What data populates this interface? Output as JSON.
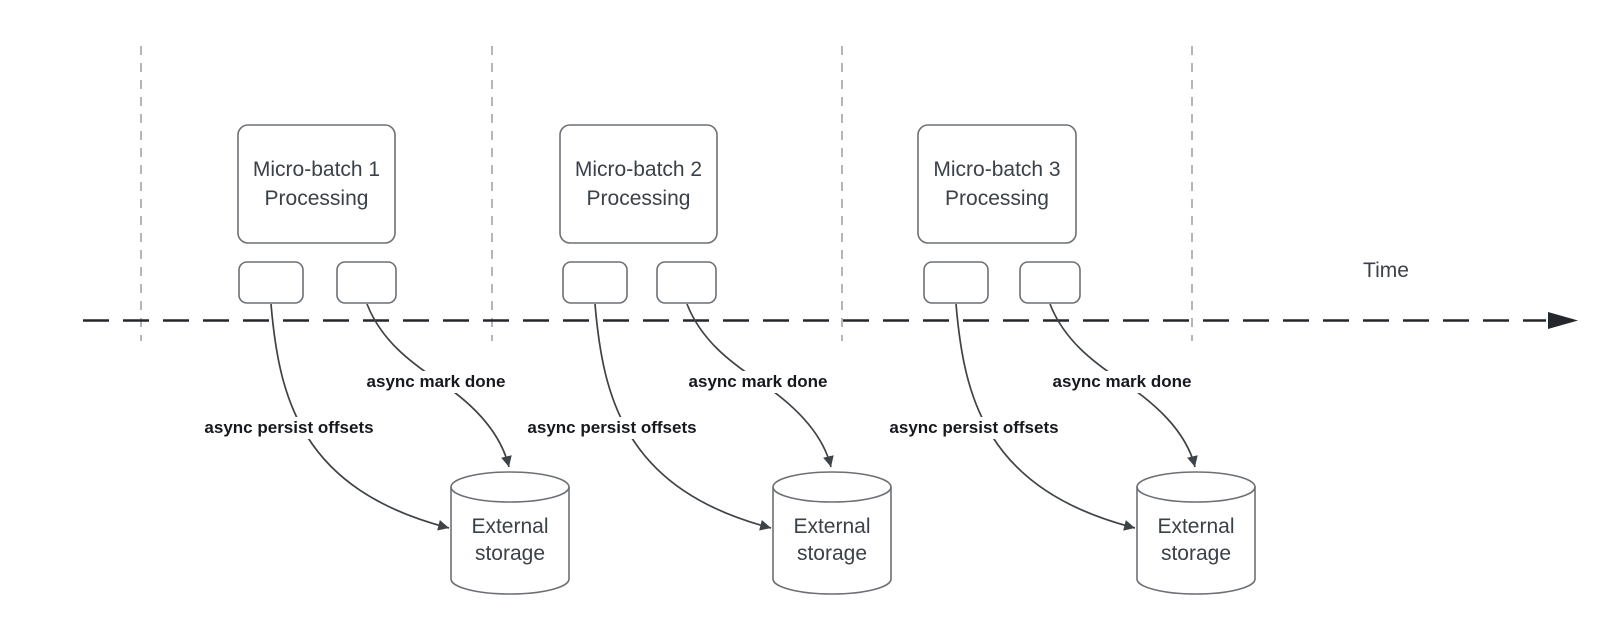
{
  "timeline": {
    "label": "Time"
  },
  "groups": [
    {
      "box_label": "Micro-batch 1\nProcessing",
      "persist_label": "async persist offsets",
      "done_label": "async mark done",
      "storage_label": "External\nstorage"
    },
    {
      "box_label": "Micro-batch 2\nProcessing",
      "persist_label": "async persist offsets",
      "done_label": "async mark done",
      "storage_label": "External\nstorage"
    },
    {
      "box_label": "Micro-batch 3\nProcessing",
      "persist_label": "async persist offsets",
      "done_label": "async mark done",
      "storage_label": "External\nstorage"
    }
  ],
  "colors": {
    "arrow": "#3e4348",
    "timeline": "#24272b",
    "shape_stroke": "#6c7075",
    "grid_line": "#b4b7ba",
    "node_text": "#3a4149",
    "edge_label_text": "#16191d",
    "background": "#ffffff"
  }
}
